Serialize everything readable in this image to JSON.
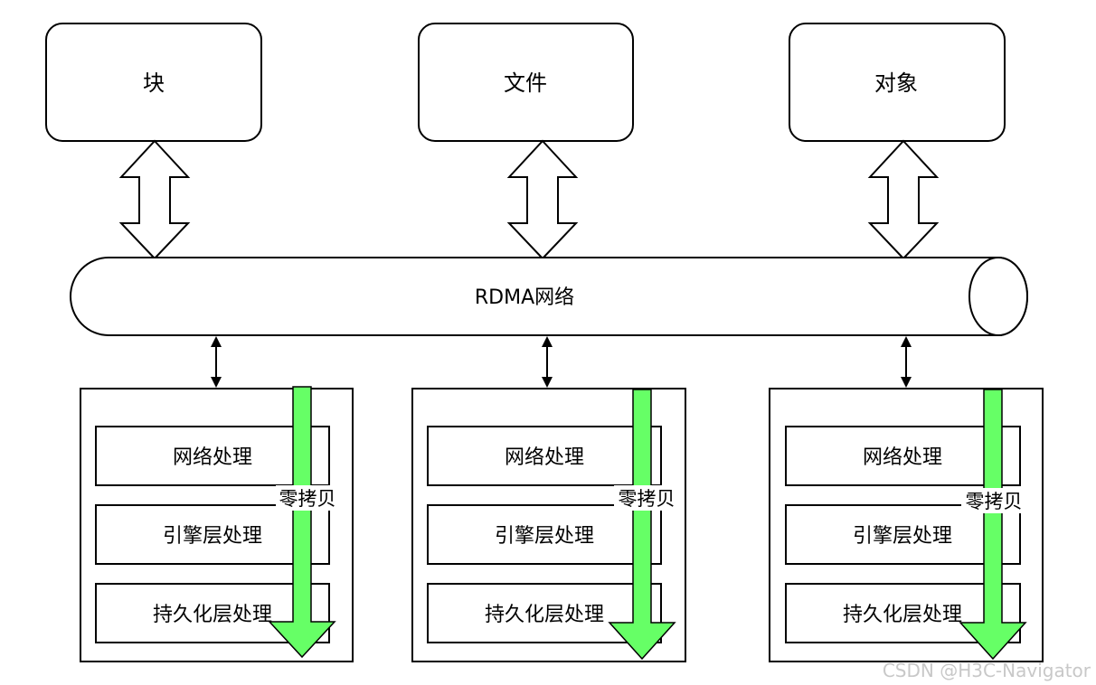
{
  "top_boxes": [
    {
      "label": "块"
    },
    {
      "label": "文件"
    },
    {
      "label": "对象"
    }
  ],
  "network": {
    "label": "RDMA网络"
  },
  "nodes": [
    {
      "layers": [
        "网络处理",
        "引擎层处理",
        "持久化层处理"
      ],
      "arrow_label": "零拷贝"
    },
    {
      "layers": [
        "网络处理",
        "引擎层处理",
        "持久化层处理"
      ],
      "arrow_label": "零拷贝"
    },
    {
      "layers": [
        "网络处理",
        "引擎层处理",
        "持久化层处理"
      ],
      "arrow_label": "零拷贝"
    }
  ],
  "watermark": "CSDN @H3C-Navigator",
  "colors": {
    "stroke": "#000000",
    "fill": "#ffffff",
    "zero_copy_arrow": "#66ff66"
  }
}
